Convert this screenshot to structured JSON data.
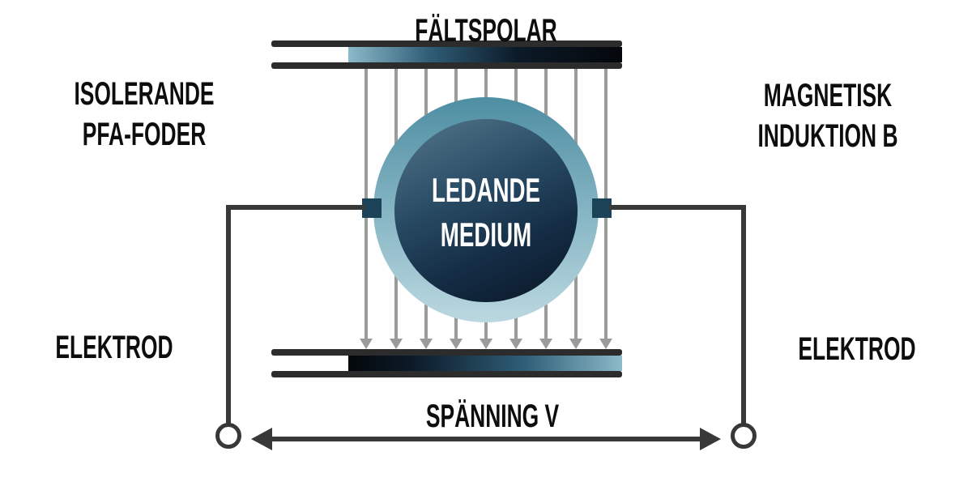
{
  "diagram": {
    "title": "FÄLTSPOLAR",
    "labels": {
      "insulating_liner": "ISOLERANDE\nPFA-FODER",
      "magnetic_induction": "MAGNETISK\nINDUKTION B",
      "electrode_left": "ELEKTROD",
      "electrode_right": "ELEKTROD",
      "conducting_medium": "LEDANDE\nMEDIUM",
      "voltage": "SPÄNNING V"
    },
    "field_lines": {
      "count": 9,
      "spacing_px": 37
    },
    "colors": {
      "text": "#0d0d0d",
      "coil_light": "#8cbac9",
      "coil_dark": "#04070b",
      "bar_strip": "#2c2c2c",
      "ring_top": "#4e8ea3",
      "ring_bottom": "#bbd8e0",
      "medium_top": "#54788c",
      "medium_bottom": "#0a1624",
      "electrode": "#1c4257",
      "wire": "#383838",
      "field_line": "#9b9b9b"
    }
  }
}
